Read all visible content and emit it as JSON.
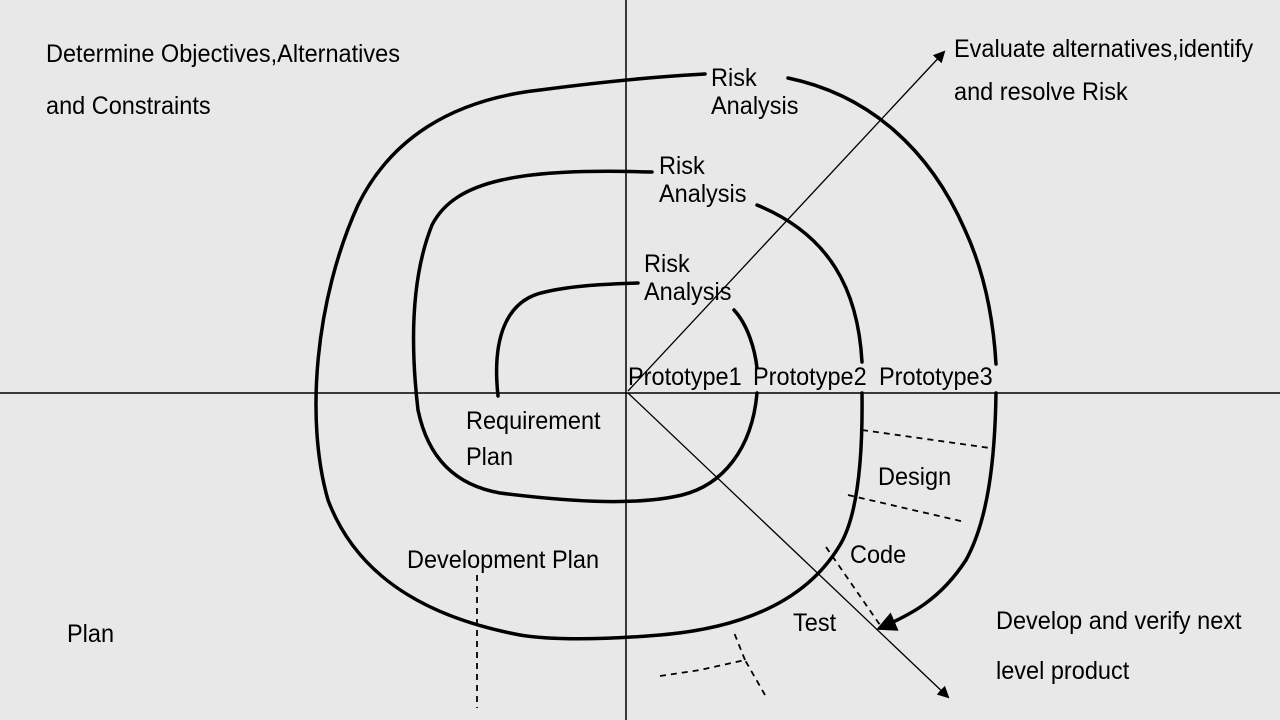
{
  "quadrants": {
    "top_left": {
      "line1": "Determine Objectives,Alternatives",
      "line2": "and Constraints"
    },
    "top_right": {
      "line1": "Evaluate alternatives,identify",
      "line2": "and resolve Risk"
    },
    "bottom_left": {
      "label": "Plan"
    },
    "bottom_right": {
      "line1": "Develop and verify next",
      "line2": "level product"
    }
  },
  "risk_analysis": [
    {
      "line1": "Risk",
      "line2": "Analysis"
    },
    {
      "line1": "Risk",
      "line2": "Analysis"
    },
    {
      "line1": "Risk",
      "line2": "Analysis"
    }
  ],
  "prototypes": [
    "Prototype1",
    "Prototype2",
    "Prototype3"
  ],
  "plans": {
    "requirement": {
      "line1": "Requirement",
      "line2": "Plan"
    },
    "development": "Development Plan"
  },
  "phases": {
    "design": "Design",
    "code": "Code",
    "test": "Test"
  }
}
